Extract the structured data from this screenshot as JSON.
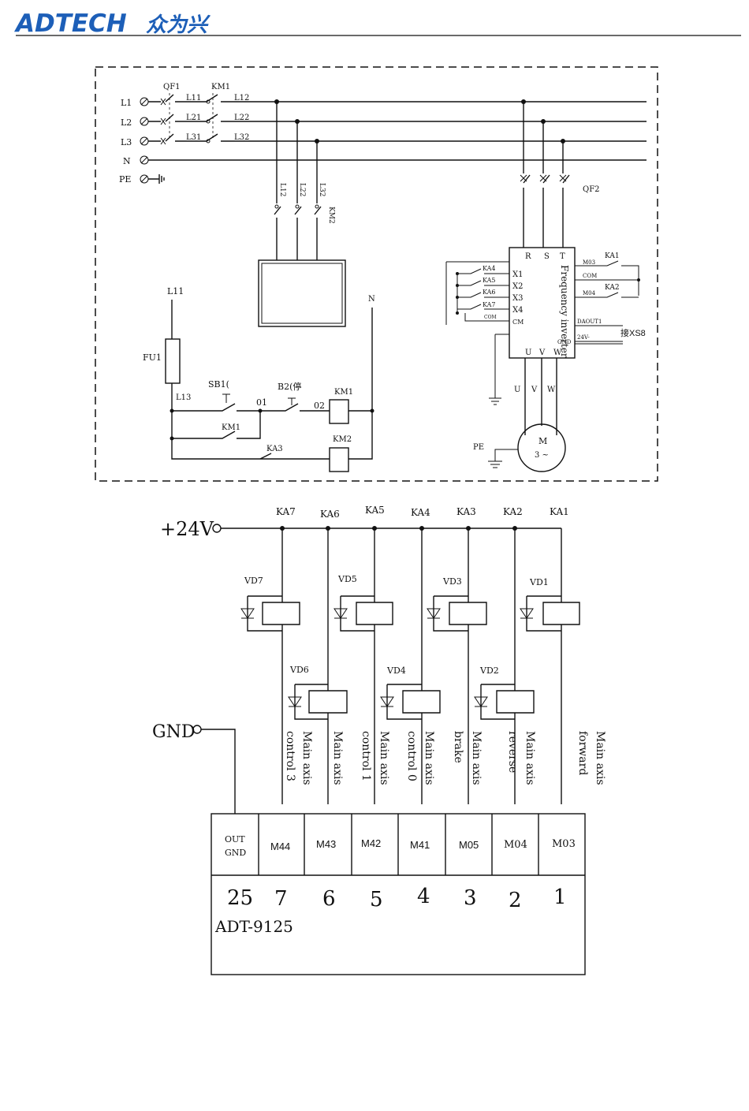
{
  "header": {
    "brand": "ADTECH",
    "brand_cn": "众为兴",
    "accent": "#1d5fb8"
  },
  "power_circuit": {
    "phases": [
      "L1",
      "L2",
      "L3",
      "N",
      "PE"
    ],
    "qf1": "QF1",
    "km1": "KM1",
    "qf2": "QF2",
    "km2": "KM2",
    "line_in": [
      "L11",
      "L21",
      "L31"
    ],
    "line_out": [
      "L12",
      "L22",
      "L32"
    ],
    "vertical": [
      "L12",
      "L22",
      "L32"
    ]
  },
  "inverter": {
    "title": "Frequency inverter",
    "inputs": [
      "R",
      "S",
      "T"
    ],
    "outputs": [
      "U",
      "V",
      "W"
    ],
    "digital_inputs": [
      "X1",
      "X2",
      "X3",
      "X4",
      "CM"
    ],
    "right_terminals": [
      "M03",
      "COM",
      "M04"
    ],
    "relays_left": [
      "KA4",
      "KA5",
      "KA6",
      "KA7",
      "COM"
    ],
    "relays_right": [
      "KA1",
      "KA2"
    ],
    "daout": "DAOUT1",
    "gnd": "GND",
    "v24": "24V-",
    "xs8": "接XS8",
    "motor_outputs": [
      "U",
      "V",
      "W"
    ],
    "motor": "M",
    "motor_type": "3 ~",
    "pe": "PE"
  },
  "control_circuit": {
    "l11": "L11",
    "fu1": "FU1",
    "l13": "L13",
    "n": "N",
    "sb1": "SB1(",
    "sb2": "B2(停",
    "km1": "KM1",
    "km1b": "KM1",
    "n01": "01",
    "n02": "02",
    "ka3": "KA3",
    "km2": "KM2"
  },
  "relay_board": {
    "supply": "+24V",
    "gnd": "GND",
    "relays": [
      "KA7",
      "KA6",
      "KA5",
      "KA4",
      "KA3",
      "KA2",
      "KA1"
    ],
    "diodes": [
      "VD7",
      "VD6",
      "VD5",
      "VD4",
      "VD3",
      "VD2",
      "VD1"
    ],
    "signals": [
      [
        "Main axis",
        "control 3"
      ],
      [
        "Main axis",
        "control 1"
      ],
      [
        "Main axis",
        "control 0"
      ],
      [
        "Main axis",
        "brake"
      ],
      [
        "Main axis",
        "reverse"
      ],
      [
        "Main axis",
        "forward"
      ]
    ],
    "terminals": [
      "OUT GND",
      "M44",
      "M43",
      "M42",
      "M41",
      "M05",
      "M04",
      "M03"
    ],
    "pins": [
      "25",
      "7",
      "6",
      "5",
      "4",
      "3",
      "2",
      "1"
    ],
    "model": "ADT-9125"
  }
}
